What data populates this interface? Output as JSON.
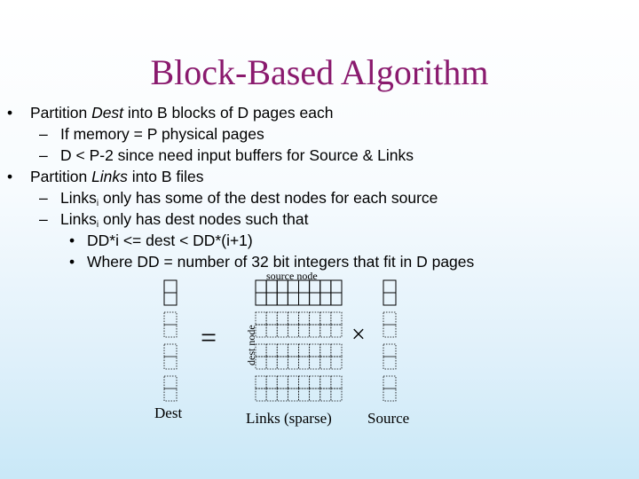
{
  "title": "Block-Based Algorithm",
  "bullets": {
    "b1": {
      "marker": "•",
      "pre": "Partition ",
      "em": "Dest",
      "post": " into B blocks of D pages each",
      "subs": [
        {
          "marker": "–",
          "text": "If memory = P physical pages"
        },
        {
          "marker": "–",
          "text": "D < P-2  since need input buffers for Source & Links"
        }
      ]
    },
    "b2": {
      "marker": "•",
      "pre": "Partition ",
      "em": "Links",
      "post": " into B files",
      "sub1": {
        "marker": "–",
        "pre": "Links",
        "sub": "i",
        "post": " only has some of the dest nodes for each source"
      },
      "sub2": {
        "marker": "–",
        "pre": "Links",
        "sub": "i",
        "post": " only has dest nodes such that"
      },
      "subsubs": [
        {
          "marker": "•",
          "text": "DD*i <= dest < DD*(i+1)"
        },
        {
          "marker": "•",
          "text": "Where DD = number of 32 bit integers that fit in D pages"
        }
      ]
    }
  },
  "diagram": {
    "source_node_label": "source node",
    "dest_node_label": "dest node",
    "equals": "=",
    "times": "×",
    "dest_label": "Dest",
    "links_label": "Links (sparse)",
    "source_label": "Source"
  }
}
